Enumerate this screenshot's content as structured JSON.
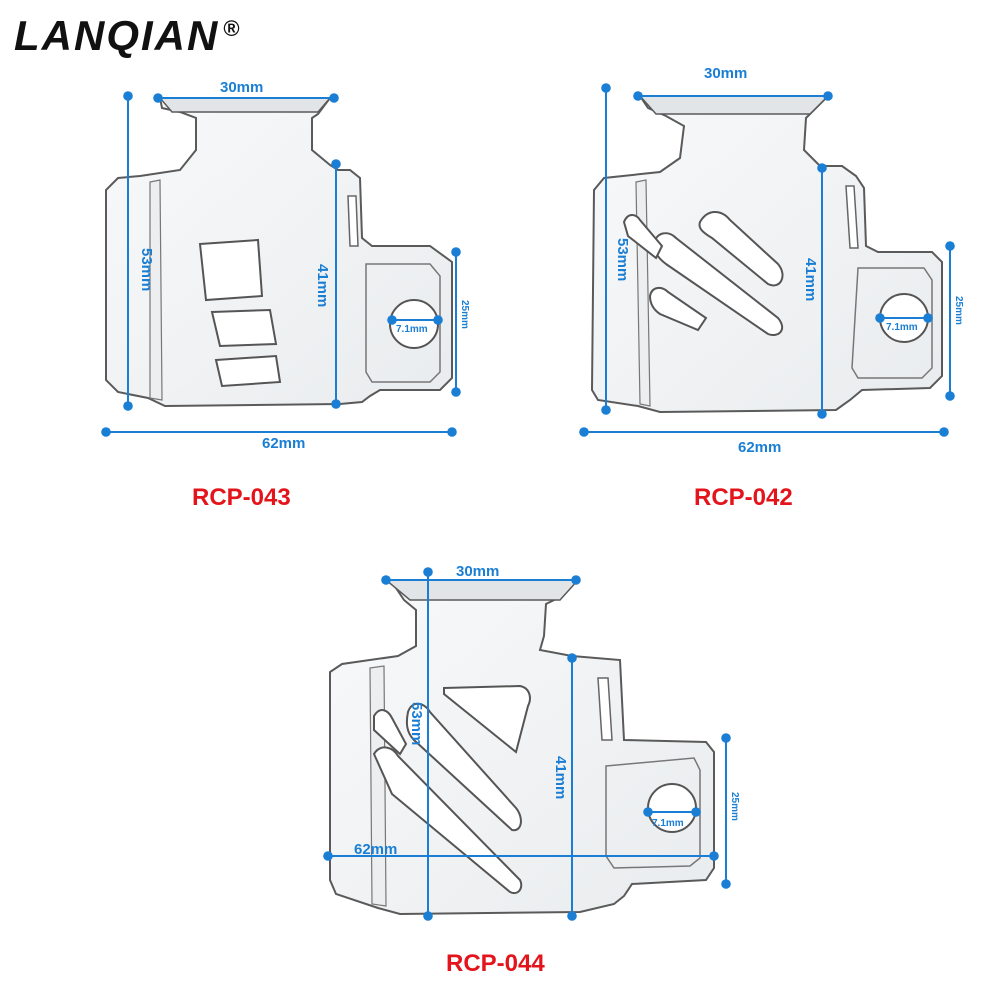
{
  "brand": {
    "name": "LANQIAN",
    "mark": "®"
  },
  "products": [
    {
      "model": "RCP-043",
      "width_top": "30mm",
      "height_total": "53mm",
      "height_side": "41mm",
      "width_total": "62mm",
      "ear_height": "25mm",
      "hole": "7.1mm"
    },
    {
      "model": "RCP-042",
      "width_top": "30mm",
      "height_total": "53mm",
      "height_side": "41mm",
      "width_total": "62mm",
      "ear_height": "25mm",
      "hole": "7.1mm"
    },
    {
      "model": "RCP-044",
      "width_top": "30mm",
      "height_total": "53mm",
      "height_side": "41mm",
      "width_total": "62mm",
      "ear_height": "25mm",
      "hole": "7.1mm"
    }
  ],
  "colors": {
    "dimension": "#1a7fd4",
    "model": "#e3141b",
    "outline": "#555555",
    "part_fill": "#f4f5f6"
  }
}
